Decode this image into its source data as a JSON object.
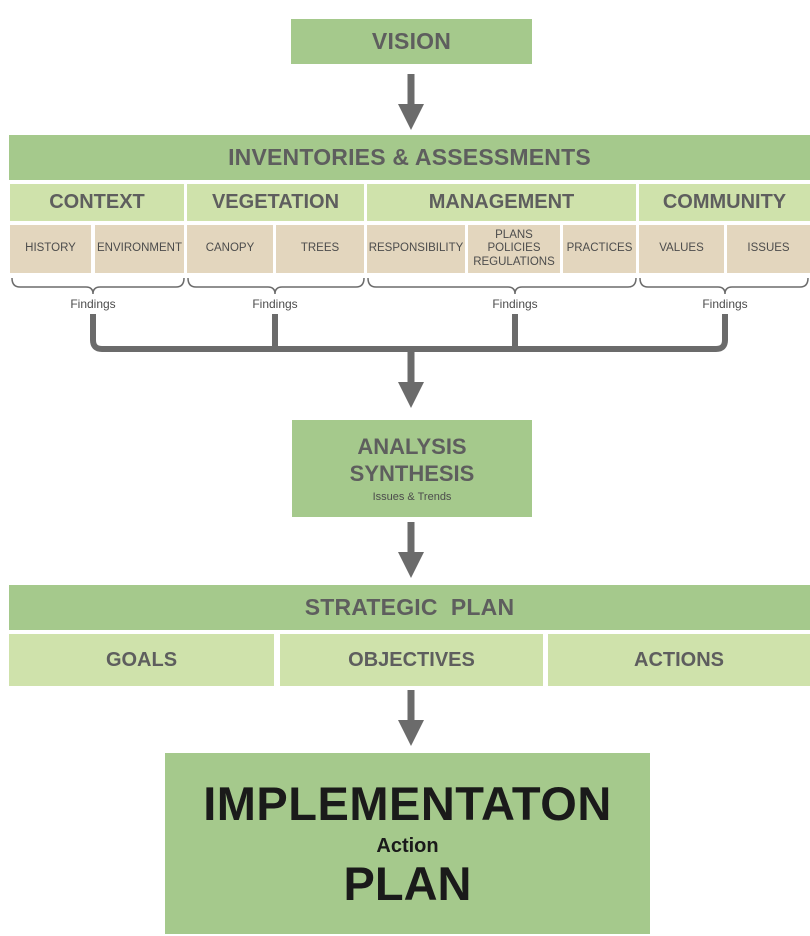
{
  "vision": "VISION",
  "inventories": {
    "title": "INVENTORIES & ASSESSMENTS",
    "categories": [
      {
        "label": "CONTEXT",
        "items": [
          "HISTORY",
          "ENVIRONMENT"
        ]
      },
      {
        "label": "VEGETATION",
        "items": [
          "CANOPY",
          "TREES"
        ]
      },
      {
        "label": "MANAGEMENT",
        "items": [
          "RESPONSIBILITY",
          "PLANS\nPOLICIES\nREGULATIONS",
          "PRACTICES"
        ]
      },
      {
        "label": "COMMUNITY",
        "items": [
          "VALUES",
          "ISSUES"
        ]
      }
    ],
    "findings_label": "Findings"
  },
  "analysis": {
    "line1": "ANALYSIS",
    "line2": "SYNTHESIS",
    "sub": "Issues & Trends"
  },
  "strategic": {
    "title": "STRATEGIC  PLAN",
    "parts": [
      "GOALS",
      "OBJECTIVES",
      "ACTIONS"
    ]
  },
  "implementation": {
    "line1": "IMPLEMENTATON",
    "line2": "Action",
    "line3": "PLAN"
  },
  "colors": {
    "dark_green": "#a5c98c",
    "light_green": "#cfe2ab",
    "tan": "#e3d6be",
    "text_gray": "#5e5e5e",
    "connector_gray": "#6b6b6b"
  }
}
